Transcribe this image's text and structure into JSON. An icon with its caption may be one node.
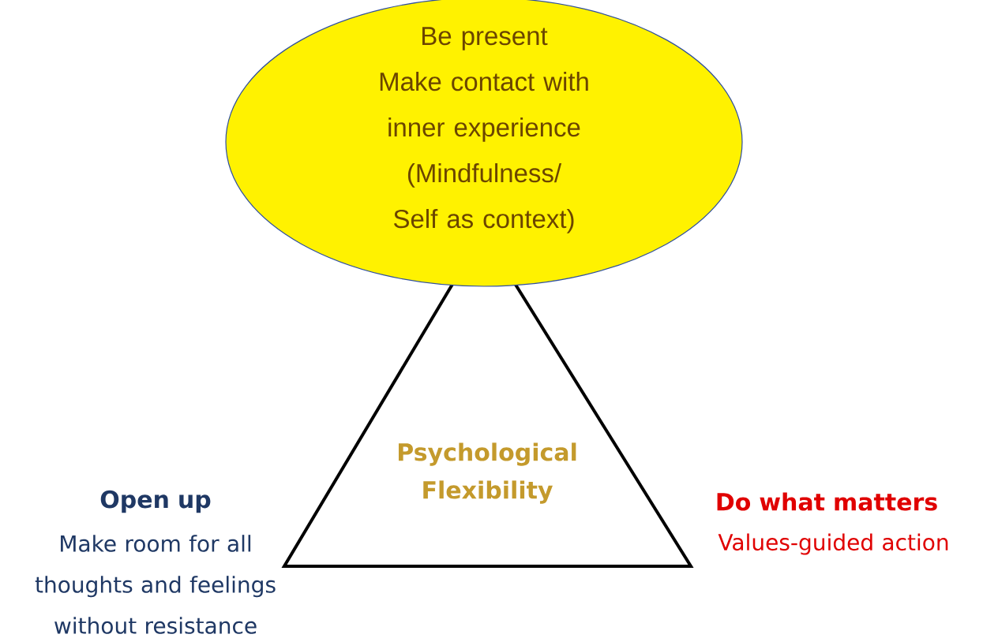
{
  "diagram": {
    "nodes": [
      {
        "text": [
          "Be present",
          "Make contact with inner experience (Mindfulness/ Self as context)"
        ]
      },
      {
        "text": [
          "Psychological Flexibility"
        ]
      }
    ],
    "labels": [
      "Open up",
      "Make room for all thoughts and feelings without resistance",
      "Do what matters",
      "Values-guided action"
    ]
  }
}
